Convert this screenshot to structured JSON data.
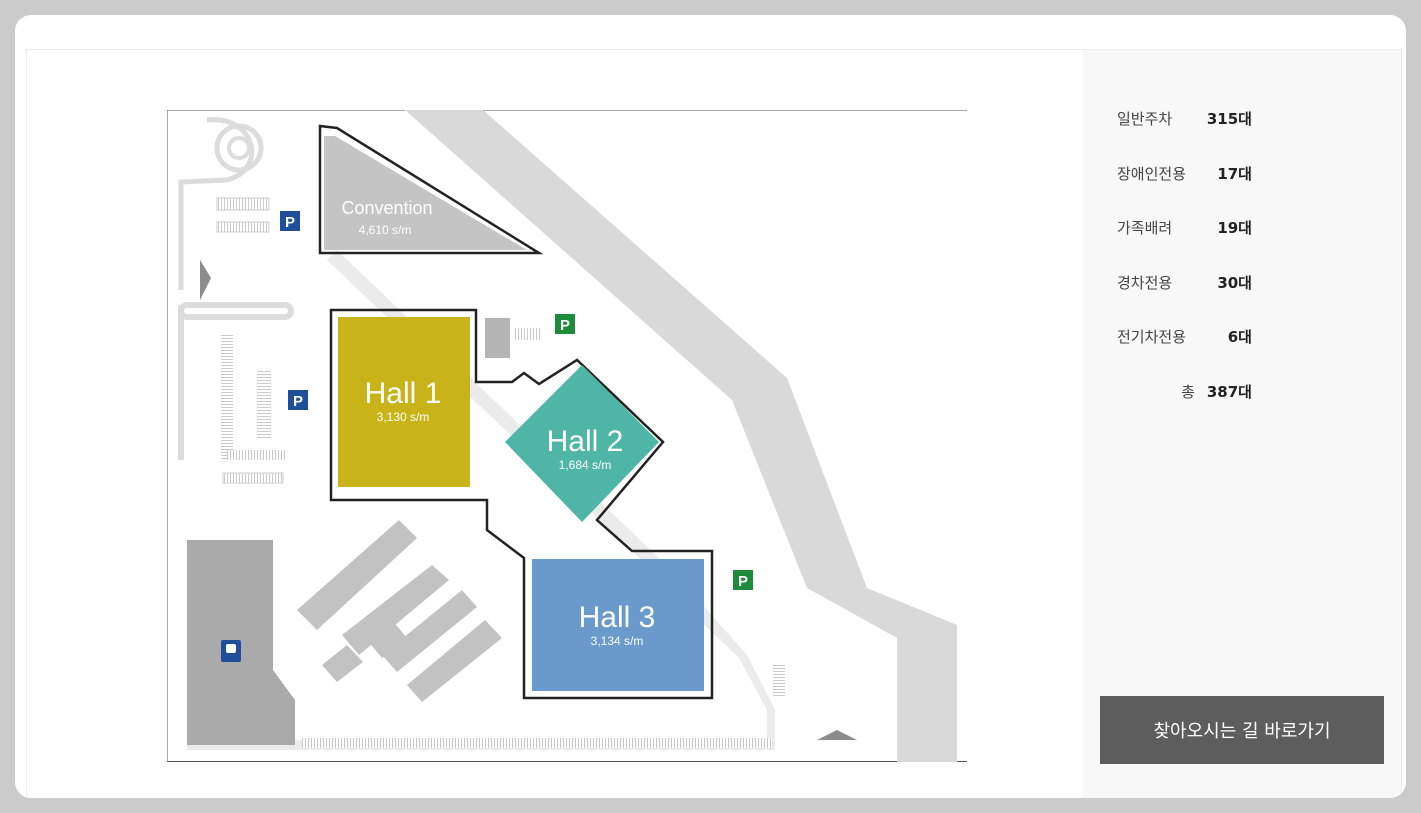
{
  "map": {
    "halls": [
      {
        "name": "Convention",
        "area": "4,610 s/m",
        "color": "#c4c4c4"
      },
      {
        "name": "Hall 1",
        "area": "3,130 s/m",
        "color": "#c8b418"
      },
      {
        "name": "Hall 2",
        "area": "1,684 s/m",
        "color": "#4fb5a6"
      },
      {
        "name": "Hall 3",
        "area": "3,134 s/m",
        "color": "#6a9acb"
      }
    ],
    "parking_sign": "P",
    "parking_blue": "#1f4e9b",
    "parking_green": "#1c8c3a"
  },
  "parking": {
    "items": [
      {
        "label": "일반주차",
        "value": "315대"
      },
      {
        "label": "장애인전용",
        "value": "17대"
      },
      {
        "label": "가족배려",
        "value": "19대"
      },
      {
        "label": "경차전용",
        "value": "30대"
      },
      {
        "label": "전기차전용",
        "value": "6대"
      }
    ],
    "total_label": "총",
    "total_value": "387대"
  },
  "directions_button": "찾아오시는 길 바로가기"
}
